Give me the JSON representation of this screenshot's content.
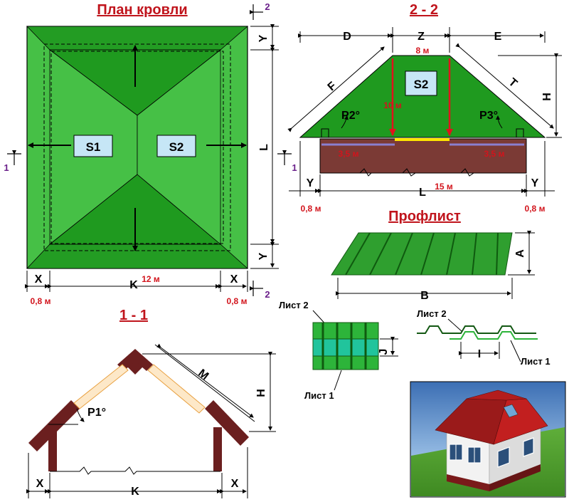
{
  "plan": {
    "title": "План кровли",
    "s1": "S1",
    "s2": "S2",
    "x_left": "X",
    "x_right": "X",
    "k": "K",
    "k_value": "12 м",
    "x_left_value": "0,8 м",
    "x_right_value": "0,8 м",
    "y_top": "Y",
    "y_bottom": "Y",
    "l": "L",
    "cut1_left": "1",
    "cut1_right": "1",
    "cut2_top": "2",
    "cut2_bottom": "2"
  },
  "section22": {
    "title": "2 - 2",
    "d": "D",
    "z": "Z",
    "e": "E",
    "f": "F",
    "t": "T",
    "h": "H",
    "s2": "S2",
    "top_value": "8 м",
    "height_value": "10 м",
    "p2": "P2°",
    "p3": "P3°",
    "left_run": "3,5 м",
    "right_run": "3,5 м",
    "y_left": "Y",
    "y_right": "Y",
    "l": "L",
    "l_value": "15 м",
    "y_left_value": "0,8 м",
    "y_right_value": "0,8 м"
  },
  "profile": {
    "title": "Профлист",
    "a": "A",
    "b": "B",
    "sheet2_a": "Лист 2",
    "sheet1_a": "Лист 1",
    "j": "J",
    "sheet2_b": "Лист 2",
    "sheet1_b": "Лист 1",
    "i": "I"
  },
  "section11": {
    "title": "1 - 1",
    "m": "M",
    "h": "H",
    "p1": "P1°",
    "x_left": "X",
    "x_right": "X",
    "k": "K"
  },
  "colors": {
    "roof_dark": "#1f9a1f",
    "roof_light": "#46c046",
    "wall": "#7b3a35",
    "rafter": "#6b1f1f",
    "red_arrow": "#e0131b",
    "label_red": "#d2141c",
    "title_red": "#c0141c"
  }
}
